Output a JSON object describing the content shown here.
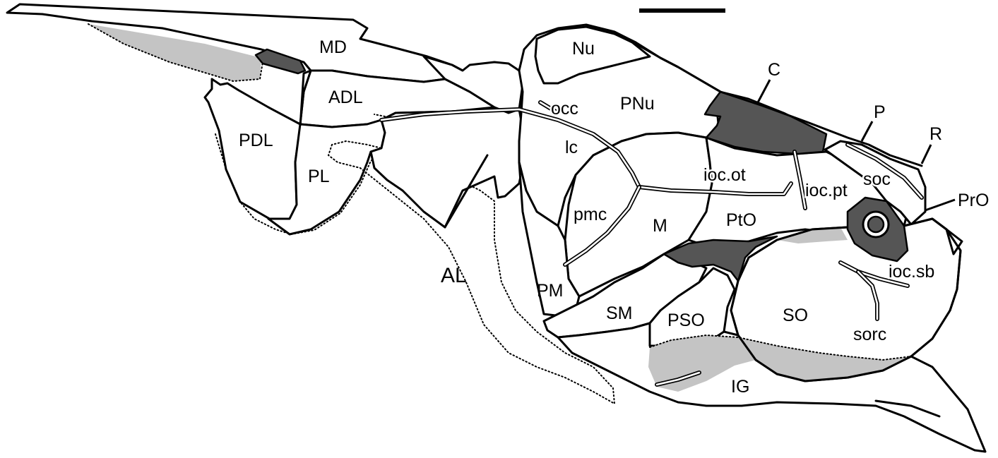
{
  "labels": {
    "MD": "MD",
    "ADL": "ADL",
    "PDL": "PDL",
    "PL": "PL",
    "AL": "AL",
    "Nu": "Nu",
    "PNu": "PNu",
    "occ": "occ",
    "lc": "lc",
    "pmc": "pmc",
    "M": "M",
    "PM": "PM",
    "SM": "SM",
    "PSO": "PSO",
    "SO": "SO",
    "IG": "IG",
    "C": "C",
    "P": "P",
    "R": "R",
    "PrO": "PrO",
    "soc": "soc",
    "ioc_ot": "ioc.ot",
    "ioc_pt": "ioc.pt",
    "PtO": "PtO",
    "ioc_sb": "ioc.sb",
    "sorc": "sorc"
  }
}
